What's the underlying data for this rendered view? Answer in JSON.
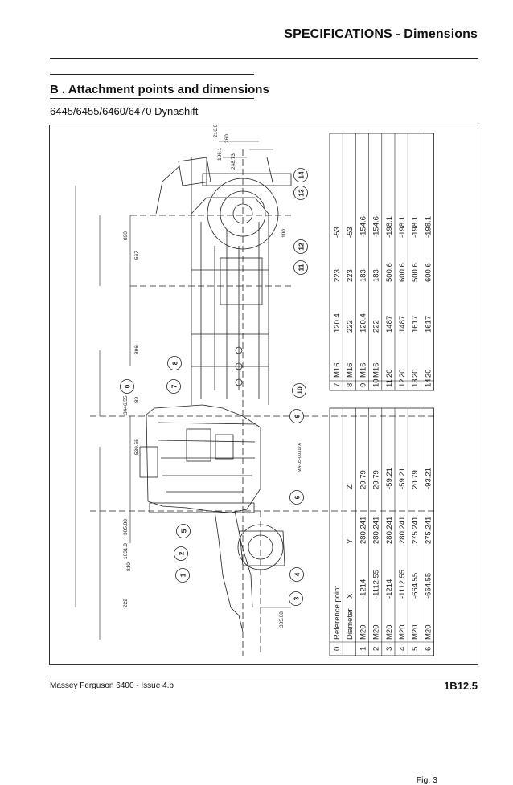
{
  "header": {
    "title": "SPECIFICATIONS - Dimensions"
  },
  "section": {
    "title": "B . Attachment points and dimensions",
    "models": "6445/6455/6460/6470 Dynashift"
  },
  "figure": {
    "label": "Fig. 3",
    "drawing_code": "MA-05-00317A",
    "callouts": [
      "0",
      "1",
      "2",
      "3",
      "4",
      "5",
      "6",
      "7",
      "8",
      "9",
      "10",
      "11",
      "12",
      "13",
      "14"
    ],
    "dimensions": [
      "216.03",
      "260",
      "106.1",
      "248.73",
      "100",
      "890",
      "567",
      "896",
      "3446.55",
      "89",
      "539.55",
      "305.08",
      "1031.8",
      "810",
      "222",
      "305.08"
    ]
  },
  "table_left": {
    "header_id": "0",
    "header_text": "Reference point",
    "columns": [
      "Diameter",
      "X",
      "Y",
      "Z"
    ],
    "rows": [
      [
        "1",
        "M20",
        "-1214",
        "280.241",
        "20.79"
      ],
      [
        "2",
        "M20",
        "-1112.55",
        "280.241",
        "20.79"
      ],
      [
        "3",
        "M20",
        "-1214",
        "280.241",
        "-59.21"
      ],
      [
        "4",
        "M20",
        "-1112.55",
        "280.241",
        "-59.21"
      ],
      [
        "5",
        "M20",
        "-664.55",
        "275.241",
        "20.79"
      ],
      [
        "6",
        "M20",
        "-664.55",
        "275.241",
        "-93.21"
      ]
    ]
  },
  "table_right": {
    "rows": [
      [
        "7",
        "M16",
        "120.4",
        "223",
        "-53"
      ],
      [
        "8",
        "M16",
        "222",
        "223",
        "-53"
      ],
      [
        "9",
        "M16",
        "120.4",
        "183",
        "-154.6"
      ],
      [
        "10",
        "M16",
        "222",
        "183",
        "-154.6"
      ],
      [
        "11",
        "20",
        "1487",
        "500.6",
        "-198.1"
      ],
      [
        "12",
        "20",
        "1487",
        "600.6",
        "-198.1"
      ],
      [
        "13",
        "20",
        "1617",
        "500.6",
        "-198.1"
      ],
      [
        "14",
        "20",
        "1617",
        "600.6",
        "-198.1"
      ]
    ]
  },
  "footer": {
    "left": "Massey Ferguson 6400 - Issue 4.b",
    "right": "1B12.5"
  }
}
